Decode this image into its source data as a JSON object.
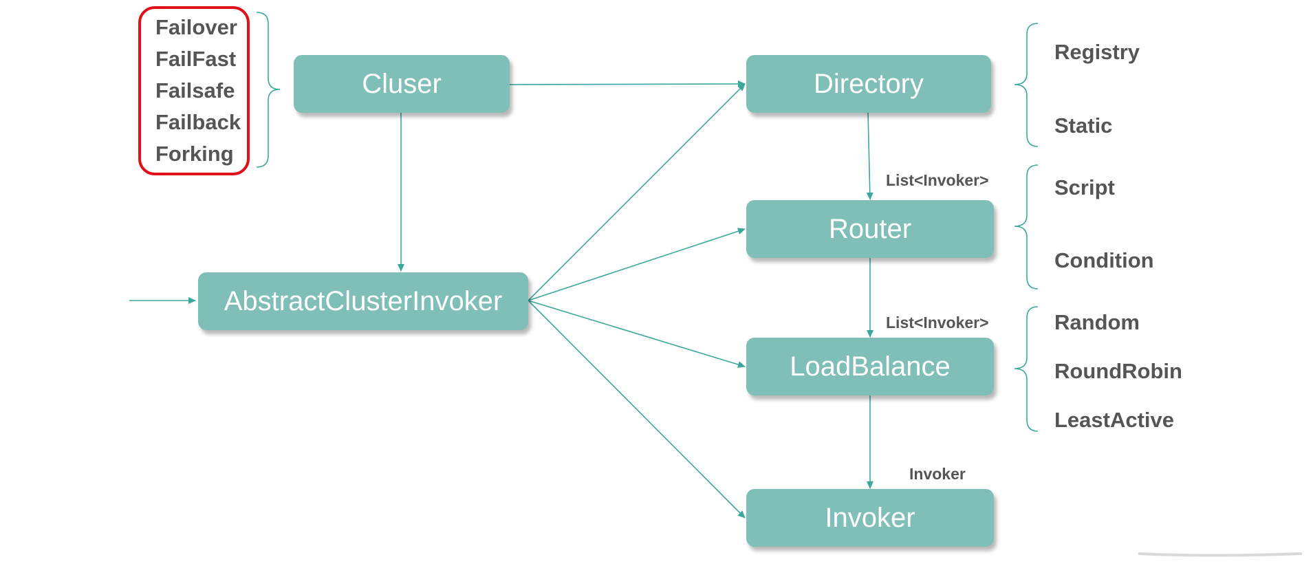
{
  "nodes": {
    "cluster": "Cluser",
    "abstract_invoker": "AbstractClusterInvoker",
    "directory": "Directory",
    "router": "Router",
    "loadbalance": "LoadBalance",
    "invoker": "Invoker"
  },
  "cluster_options": [
    "Failover",
    "FailFast",
    "Failsafe",
    "Failback",
    "Forking"
  ],
  "directory_options": [
    "Registry",
    "Static"
  ],
  "router_options": [
    "Script",
    "Condition"
  ],
  "loadbalance_options": [
    "Random",
    "RoundRobin",
    "LeastActive"
  ],
  "edge_labels": {
    "directory_to_router": "List<Invoker>",
    "router_to_loadbalance": "List<Invoker>",
    "loadbalance_to_invoker": "Invoker"
  },
  "colors": {
    "node_fill": "#7fbfb8",
    "line": "#3aa89c",
    "highlight": "#e0111b",
    "text": "#555555"
  }
}
